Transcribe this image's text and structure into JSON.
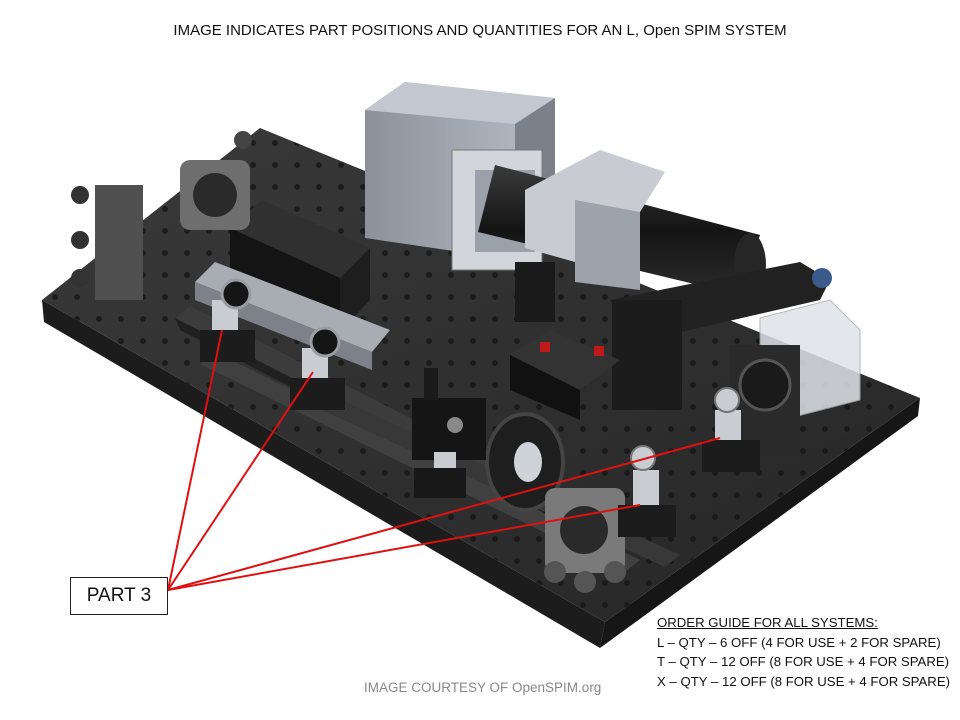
{
  "header": {
    "title": "IMAGE INDICATES PART POSITIONS AND QUANTITIES FOR AN L, Open SPIM SYSTEM"
  },
  "callout": {
    "label": "PART 3"
  },
  "order_guide": {
    "heading": "ORDER GUIDE FOR ALL SYSTEMS:",
    "lines": [
      "L – QTY – 6 OFF (4 FOR USE + 2 FOR SPARE)",
      "T – QTY – 12 OFF (8 FOR USE + 4 FOR SPARE)",
      "X – QTY – 12 OFF (8 FOR USE + 4 FOR SPARE)"
    ]
  },
  "footer": {
    "credit": "IMAGE COURTESY OF OpenSPIM.org"
  },
  "colors": {
    "leader_line": "#e01010",
    "breadboard": "#2a2a2a",
    "camera": "#9aa0aa"
  }
}
